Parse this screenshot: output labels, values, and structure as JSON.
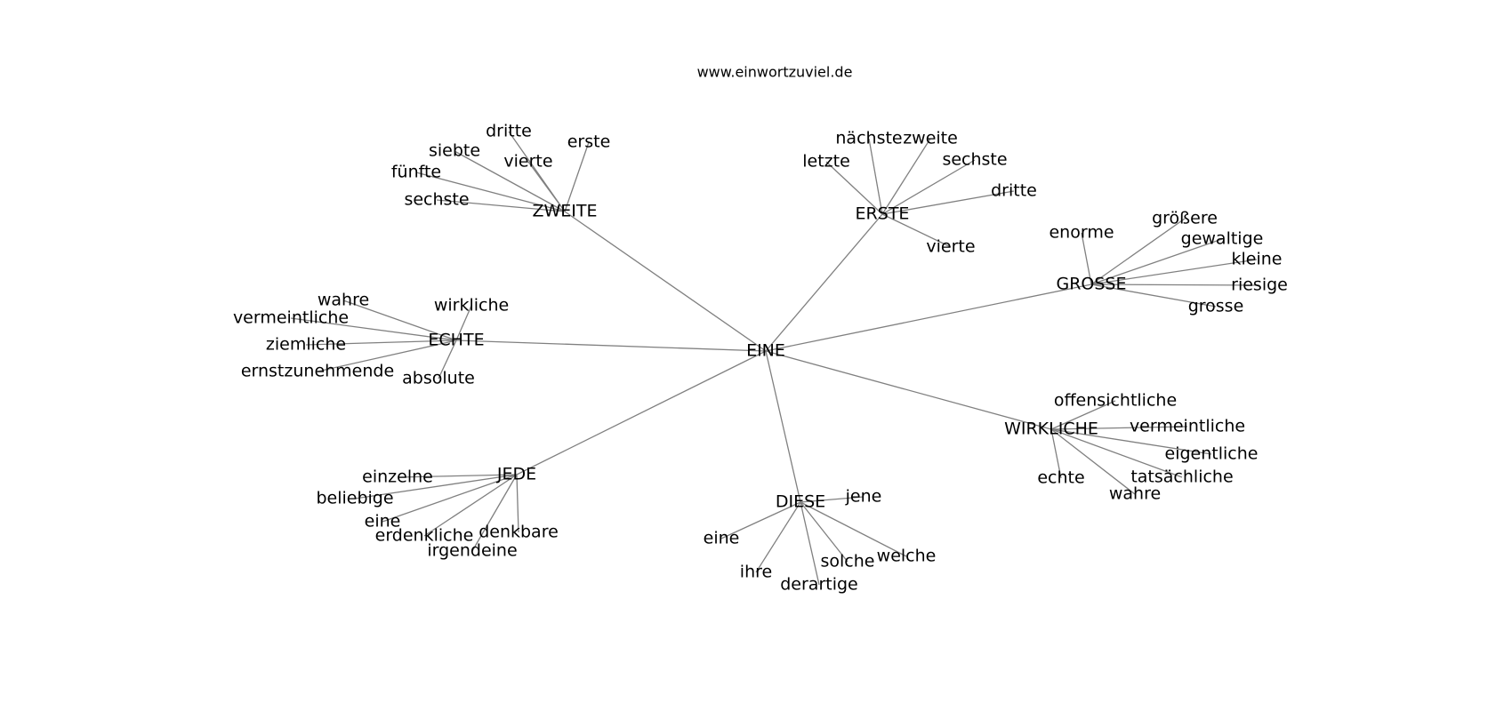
{
  "site": {
    "url": "www.einwortzuviel.de"
  },
  "graph": {
    "root": "EINE",
    "groups": [
      {
        "label": "ZWEITE",
        "children": [
          "dritte",
          "erste",
          "siebte",
          "vierte",
          "fünfte",
          "sechste"
        ]
      },
      {
        "label": "ERSTE",
        "children": [
          "nächste",
          "zweite",
          "letzte",
          "sechste",
          "dritte",
          "vierte"
        ]
      },
      {
        "label": "GROSSE",
        "children": [
          "enorme",
          "größere",
          "gewaltige",
          "kleine",
          "riesige",
          "grosse"
        ]
      },
      {
        "label": "ECHTE",
        "children": [
          "wahre",
          "wirkliche",
          "vermeintliche",
          "ziemliche",
          "ernstzunehmende",
          "absolute"
        ]
      },
      {
        "label": "WIRKLICHE",
        "children": [
          "offensichtliche",
          "vermeintliche",
          "eigentliche",
          "tatsächliche",
          "echte",
          "wahre"
        ]
      },
      {
        "label": "JEDE",
        "children": [
          "einzelne",
          "beliebige",
          "eine",
          "erdenkliche",
          "denkbare",
          "irgendeine"
        ]
      },
      {
        "label": "DIESE",
        "children": [
          "jene",
          "eine",
          "welche",
          "solche",
          "ihre",
          "derartige"
        ]
      }
    ]
  }
}
